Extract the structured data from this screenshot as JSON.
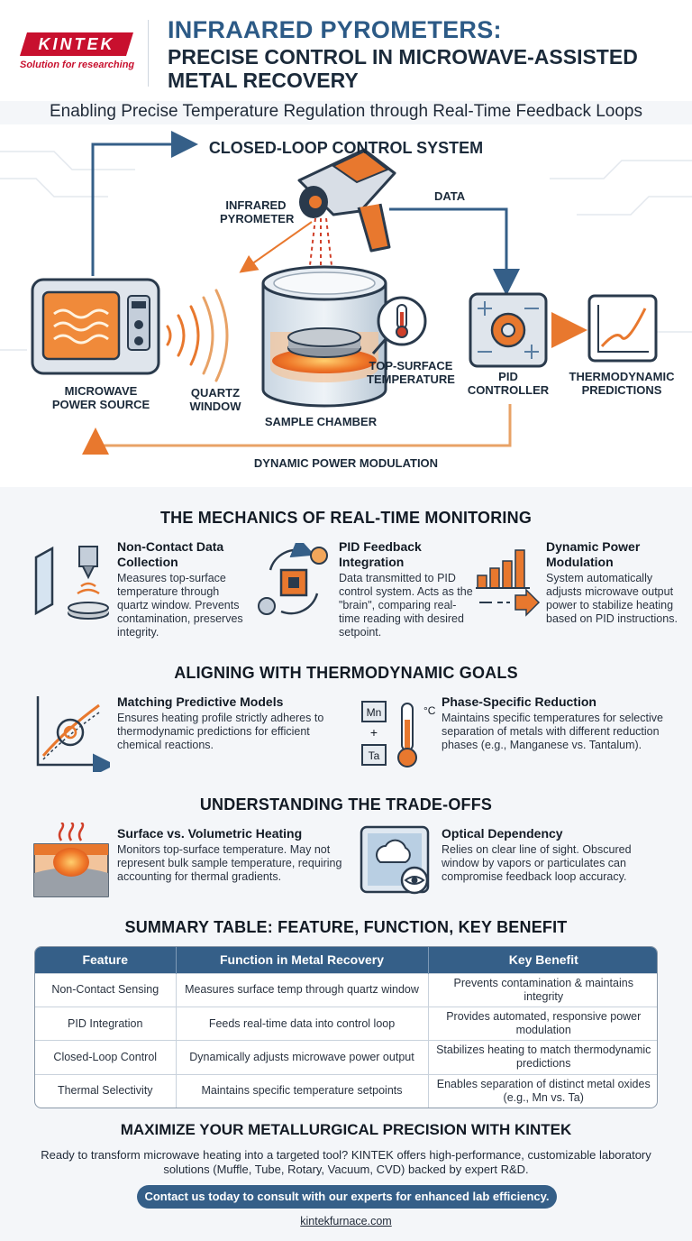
{
  "header": {
    "logo_text": "KINTEK",
    "logo_tagline": "Solution for researching",
    "title_line1": "INFRAARED PYROMETERS:",
    "title_line2": "PRECISE CONTROL IN MICROWAVE-ASSISTED METAL RECOVERY",
    "subtitle": "Enabling Precise Temperature Regulation through Real-Time Feedback Loops"
  },
  "diagram": {
    "title": "CLOSED-LOOP CONTROL SYSTEM",
    "labels": {
      "pyrometer": "INFRARED PYROMETER",
      "data": "DATA",
      "microwave": "MICROWAVE POWER SOURCE",
      "quartz": "QUARTZ WINDOW",
      "chamber": "SAMPLE CHAMBER",
      "top_surface": "TOP-SURFACE TEMPERATURE",
      "pid": "PID CONTROLLER",
      "thermo": "THERMODYNAMIC PREDICTIONS",
      "modulation": "DYNAMIC POWER MODULATION"
    }
  },
  "mechanics": {
    "title": "THE MECHANICS OF REAL-TIME MONITORING",
    "cards": [
      {
        "title": "Non-Contact Data Collection",
        "text": "Measures top-surface temperature through quartz window. Prevents contamination, preserves integrity."
      },
      {
        "title": "PID Feedback Integration",
        "text": "Data transmitted to PID control system. Acts as the \"brain\", comparing real-time reading with desired setpoint."
      },
      {
        "title": "Dynamic Power Modulation",
        "text": "System automatically adjusts microwave output power to stabilize heating based on PID instructions."
      }
    ]
  },
  "thermo_goals": {
    "title": "ALIGNING WITH THERMODYNAMIC GOALS",
    "cards": [
      {
        "title": "Matching Predictive Models",
        "text": "Ensures heating profile strictly adheres to thermodynamic predictions for efficient chemical reactions."
      },
      {
        "title": "Phase-Specific Reduction",
        "text": "Maintains specific temperatures for selective separation of metals with different reduction phases (e.g., Manganese vs. Tantalum)."
      }
    ],
    "icon_labels": {
      "mn": "Mn",
      "plus": "+",
      "ta": "Ta",
      "degc": "°C"
    }
  },
  "tradeoffs": {
    "title": "UNDERSTANDING THE TRADE-OFFS",
    "cards": [
      {
        "title": "Surface vs. Volumetric Heating",
        "text": "Monitors top-surface temperature. May not represent bulk sample temperature, requiring accounting for thermal gradients."
      },
      {
        "title": "Optical Dependency",
        "text": "Relies on clear line of sight. Obscured window by vapors or particulates can compromise feedback loop accuracy."
      }
    ]
  },
  "summary": {
    "title": "SUMMARY TABLE: FEATURE, FUNCTION, KEY BENEFIT",
    "headers": [
      "Feature",
      "Function in Metal Recovery",
      "Key Benefit"
    ],
    "rows": [
      [
        "Non-Contact Sensing",
        "Measures surface temp through quartz window",
        "Prevents contamination & maintains integrity"
      ],
      [
        "PID Integration",
        "Feeds real-time data into control loop",
        "Provides automated, responsive power modulation"
      ],
      [
        "Closed-Loop Control",
        "Dynamically adjusts microwave power output",
        "Stabilizes heating to match thermodynamic predictions"
      ],
      [
        "Thermal Selectivity",
        "Maintains specific temperature setpoints",
        "Enables separation of distinct metal oxides (e.g., Mn vs. Ta)"
      ]
    ]
  },
  "footer": {
    "cta_title": "MAXIMIZE YOUR METALLURGICAL PRECISION WITH KINTEK",
    "cta_text": "Ready to transform microwave heating into a targeted tool? KINTEK offers high-performance, customizable laboratory solutions (Muffle, Tube, Rotary, Vacuum, CVD) backed by expert R&D.",
    "cta_button": "Contact us today to consult with our experts for enhanced lab efficiency.",
    "website": "kintekfurnace.com"
  },
  "colors": {
    "accent": "#355f88",
    "orange": "#e8782e",
    "logo_red": "#c8102e"
  }
}
